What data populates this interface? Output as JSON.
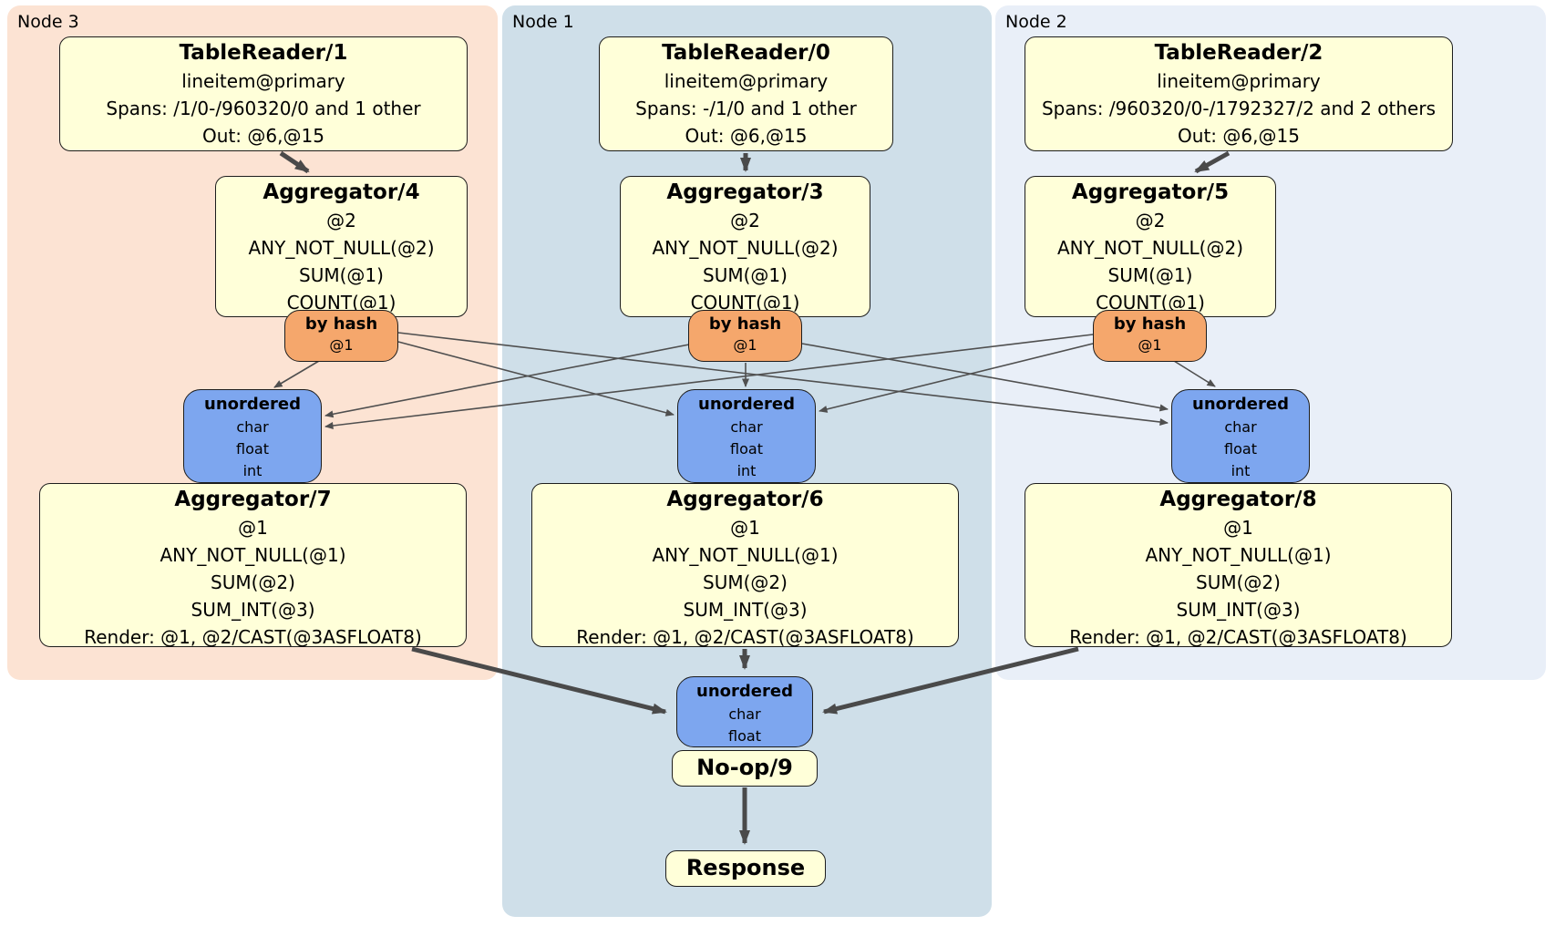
{
  "diagram": {
    "regions": {
      "node3": {
        "label": "Node 3"
      },
      "node1": {
        "label": "Node 1"
      },
      "node2": {
        "label": "Node 2"
      }
    },
    "boxes": {
      "tr1": {
        "title": "TableReader/1",
        "lines": [
          "lineitem@primary",
          "Spans: /1/0-/960320/0 and 1 other",
          "Out: @6,@15"
        ]
      },
      "tr0": {
        "title": "TableReader/0",
        "lines": [
          "lineitem@primary",
          "Spans: -/1/0 and 1 other",
          "Out: @6,@15"
        ]
      },
      "tr2": {
        "title": "TableReader/2",
        "lines": [
          "lineitem@primary",
          "Spans: /960320/0-/1792327/2 and 2 others",
          "Out: @6,@15"
        ]
      },
      "agg4": {
        "title": "Aggregator/4",
        "lines": [
          "@2",
          "ANY_NOT_NULL(@2)",
          "SUM(@1)",
          "COUNT(@1)"
        ]
      },
      "agg3": {
        "title": "Aggregator/3",
        "lines": [
          "@2",
          "ANY_NOT_NULL(@2)",
          "SUM(@1)",
          "COUNT(@1)"
        ]
      },
      "agg5": {
        "title": "Aggregator/5",
        "lines": [
          "@2",
          "ANY_NOT_NULL(@2)",
          "SUM(@1)",
          "COUNT(@1)"
        ]
      },
      "byhash3": {
        "title": "by hash",
        "lines": [
          "@1"
        ]
      },
      "byhash1": {
        "title": "by hash",
        "lines": [
          "@1"
        ]
      },
      "byhash2": {
        "title": "by hash",
        "lines": [
          "@1"
        ]
      },
      "unordered3": {
        "title": "unordered",
        "lines": [
          "char",
          "float",
          "int"
        ]
      },
      "unordered1": {
        "title": "unordered",
        "lines": [
          "char",
          "float",
          "int"
        ]
      },
      "unordered2": {
        "title": "unordered",
        "lines": [
          "char",
          "float",
          "int"
        ]
      },
      "agg7": {
        "title": "Aggregator/7",
        "lines": [
          "@1",
          "ANY_NOT_NULL(@1)",
          "SUM(@2)",
          "SUM_INT(@3)",
          "Render: @1, @2/CAST(@3ASFLOAT8)"
        ]
      },
      "agg6": {
        "title": "Aggregator/6",
        "lines": [
          "@1",
          "ANY_NOT_NULL(@1)",
          "SUM(@2)",
          "SUM_INT(@3)",
          "Render: @1, @2/CAST(@3ASFLOAT8)"
        ]
      },
      "agg8": {
        "title": "Aggregator/8",
        "lines": [
          "@1",
          "ANY_NOT_NULL(@1)",
          "SUM(@2)",
          "SUM_INT(@3)",
          "Render: @1, @2/CAST(@3ASFLOAT8)"
        ]
      },
      "final_unordered": {
        "title": "unordered",
        "lines": [
          "char",
          "float"
        ]
      },
      "noop": {
        "title": "No-op/9"
      },
      "response": {
        "title": "Response"
      }
    },
    "palette": {
      "node3_bg": "#fce3d3",
      "node1_bg": "#cfdfe9",
      "node2_bg": "#e9eff8",
      "processor_bg": "#ffffd9",
      "router_bg": "#f5a76c",
      "sync_bg": "#7da6ef",
      "edge_color": "#4a4a4a"
    }
  }
}
